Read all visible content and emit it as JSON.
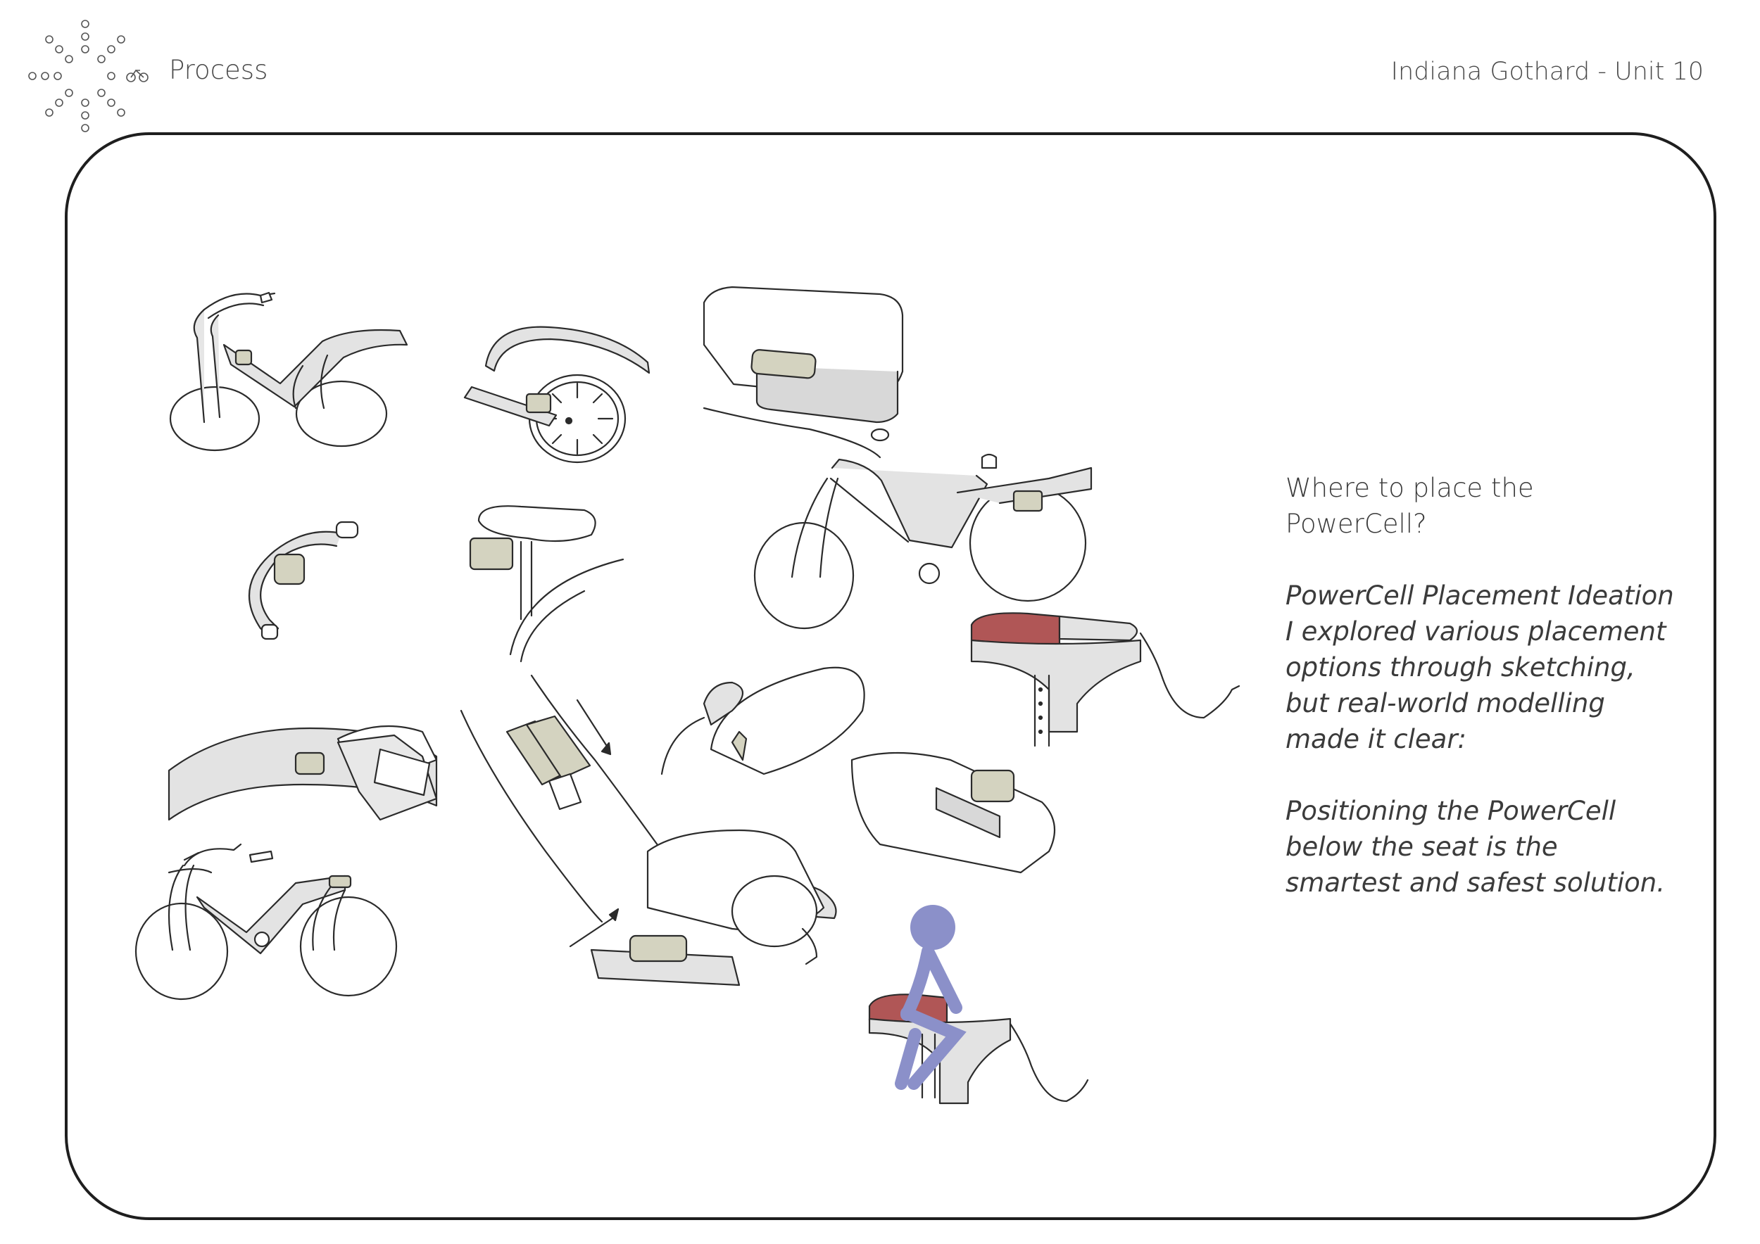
{
  "header": {
    "section_title": "Process",
    "author": "Indiana Gothard - Unit 10"
  },
  "notes": {
    "question": "Where to place the PowerCell?",
    "ideation_title": "PowerCell Placement Ideation",
    "ideation_body": "I explored various placement options through sketching, but real-world modelling made it clear:",
    "conclusion": "Positioning the PowerCell below the seat is the smartest and safest solution."
  },
  "colors": {
    "frame": "#1e1e1e",
    "sketch_line": "#2b2b2b",
    "frame_fill": "#e3e3e3",
    "powercell": "#d4d3c0",
    "seat_red": "#b05656",
    "figure_purple": "#8b90c9"
  },
  "icons": {
    "logo": "dotted-radial-logo-with-bicycle",
    "figure": "seated-stick-figure"
  }
}
